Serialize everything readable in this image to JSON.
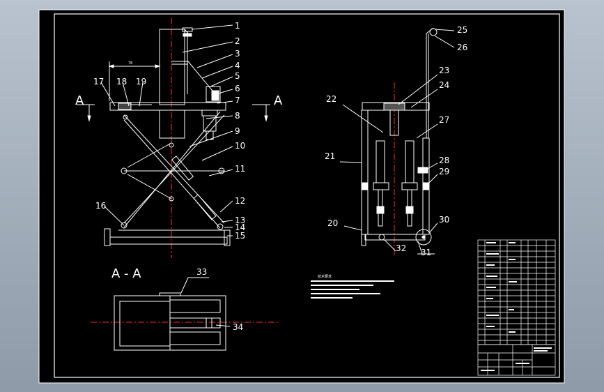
{
  "drawing": {
    "front_view_part_numbers": [
      "1",
      "2",
      "3",
      "4",
      "5",
      "6",
      "7",
      "8",
      "9",
      "10",
      "11",
      "12",
      "13",
      "14",
      "15",
      "16",
      "17",
      "18",
      "19"
    ],
    "side_view_part_numbers": [
      "20",
      "21",
      "22",
      "23",
      "24",
      "25",
      "26",
      "27",
      "28",
      "29",
      "30",
      "31",
      "32"
    ],
    "section_part_numbers": [
      "33",
      "34"
    ],
    "section_marker": "A",
    "section_title": "A - A",
    "dimension_78": "78",
    "notes_title": "技术要求"
  },
  "colors": {
    "background": "#000000",
    "line": "#ffffff",
    "centerline": "#ff2a2a",
    "outer": "#b9c3cf"
  }
}
